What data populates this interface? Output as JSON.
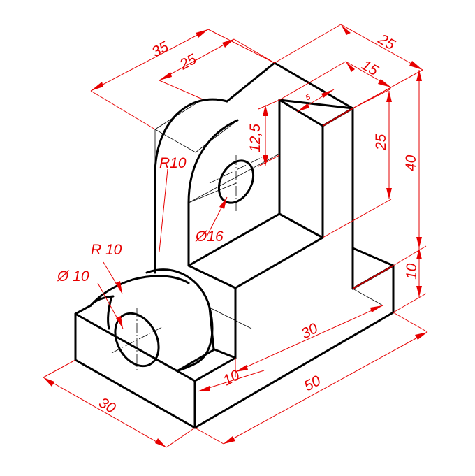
{
  "dimensions": {
    "top_left_outer": "35",
    "top_left_inner": "25",
    "top_right_outer": "25",
    "top_right_inner": "15",
    "slot_small": "5",
    "slot_depth": "12,5",
    "right_mid": "25",
    "right_total": "40",
    "base_height": "10",
    "base_right": "30",
    "base_step": "10",
    "base_length": "50",
    "base_width": "30",
    "radius_upper": "R10",
    "radius_lower": "R 10",
    "hole_upper": "Ø16",
    "hole_lower": "Ø 10"
  },
  "colors": {
    "object_lines": "#000000",
    "dimension_lines": "#e60000"
  }
}
